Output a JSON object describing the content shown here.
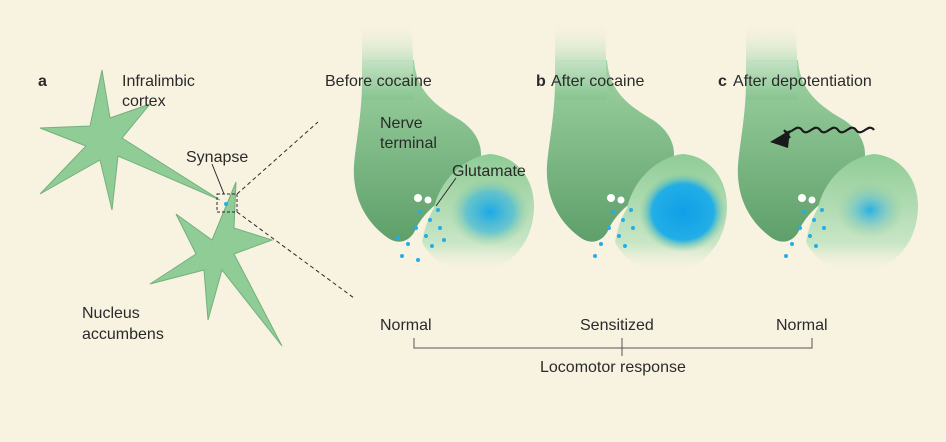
{
  "panel_letters": {
    "a": "a",
    "b": "b",
    "c": "c"
  },
  "labels": {
    "infralimbic_line1": "Infralimbic",
    "infralimbic_line2": "cortex",
    "synapse": "Synapse",
    "nucleus_line1": "Nucleus",
    "nucleus_line2": "accumbens",
    "nerve_line1": "Nerve",
    "nerve_line2": "terminal",
    "glutamate": "Glutamate"
  },
  "panels": [
    {
      "title": "Before cocaine",
      "state": "Normal"
    },
    {
      "title": "After cocaine",
      "state": "Sensitized"
    },
    {
      "title": "After depotentiation",
      "state": "Normal"
    }
  ],
  "footer": {
    "bracket_label": "Locomotor response"
  },
  "colors": {
    "background": "#f8f3e1",
    "neuron_green": "#8fcc96",
    "terminal_dark": "#5aa06a",
    "glutamate_blue": "#22aee6",
    "text": "#2a2a2a"
  }
}
